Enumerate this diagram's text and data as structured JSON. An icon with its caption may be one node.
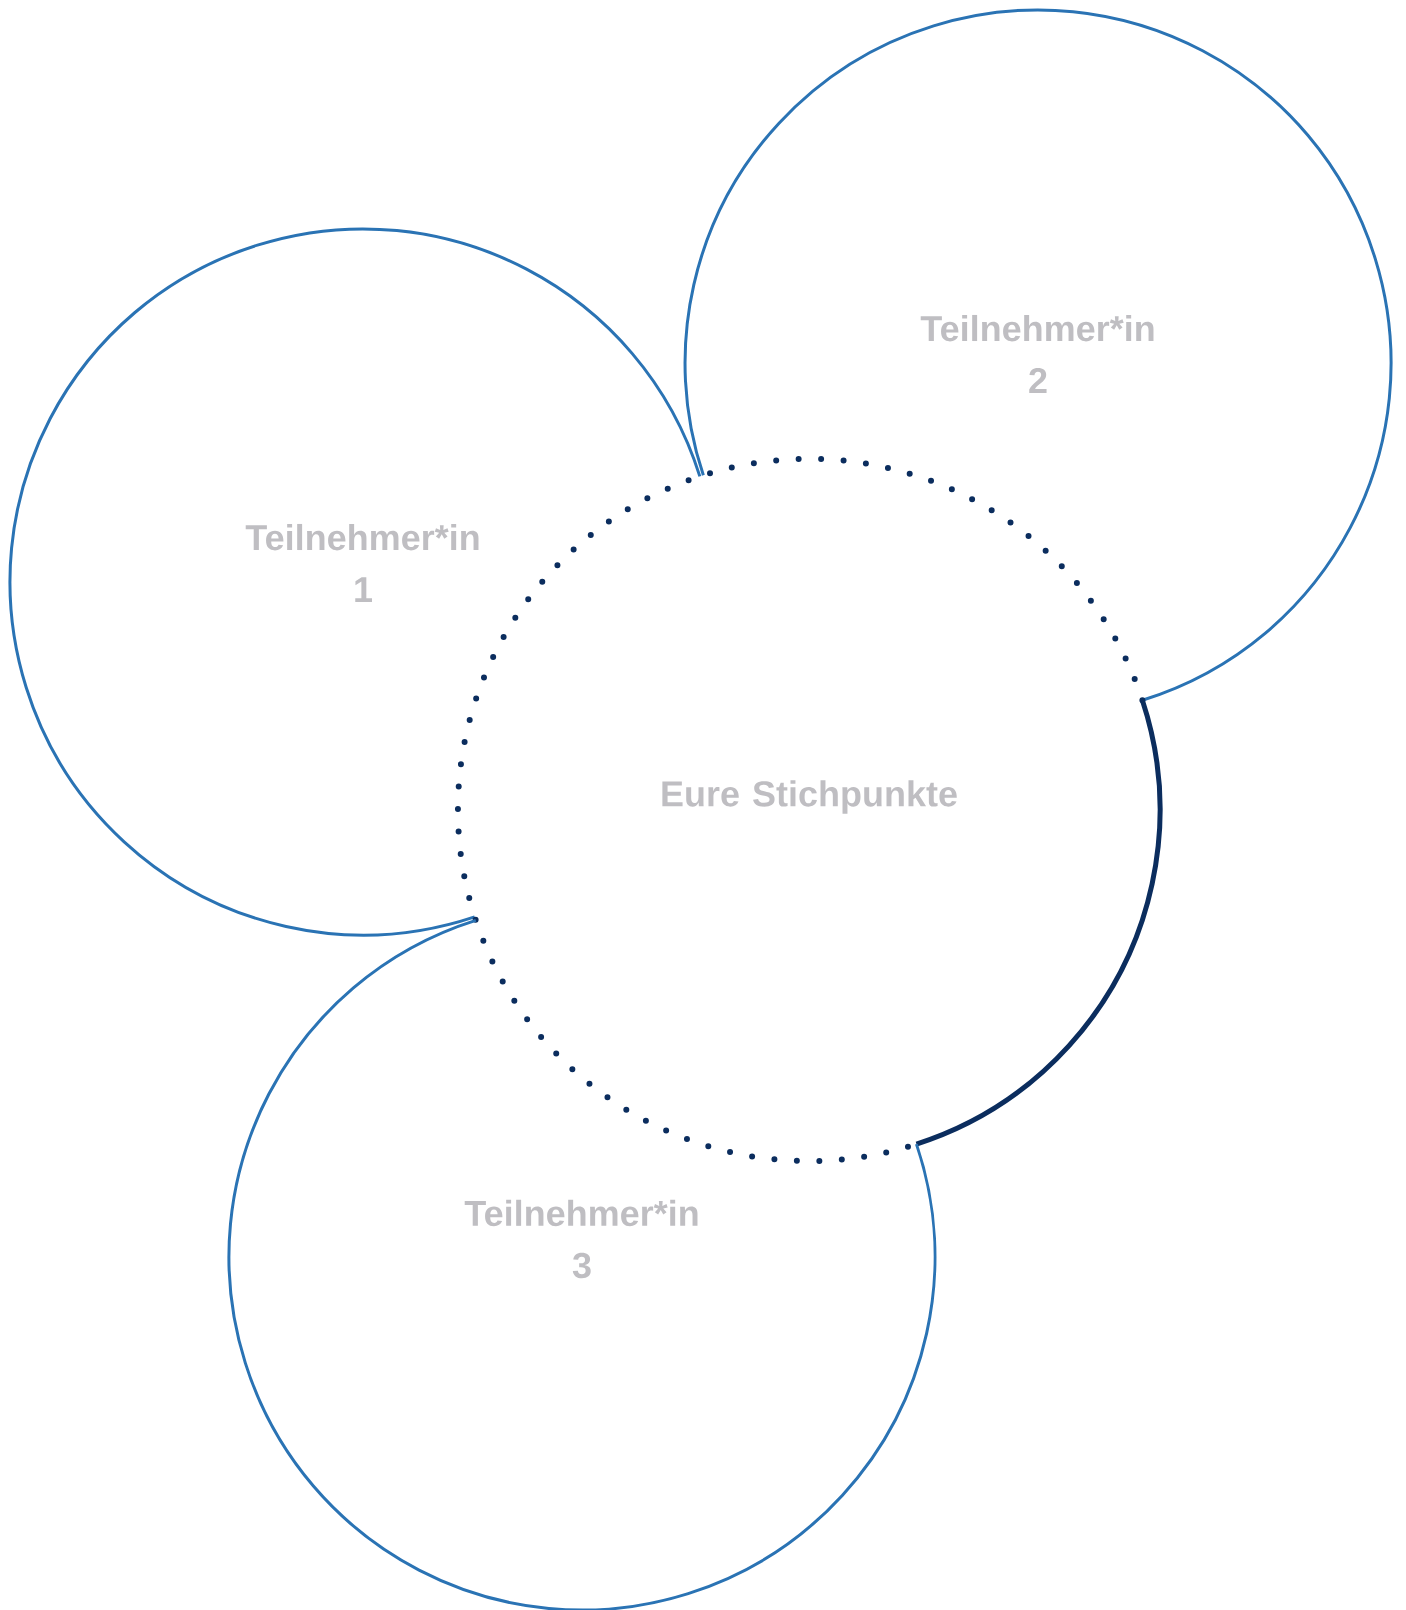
{
  "diagram": {
    "nodes": [
      {
        "text": [
          "Teilnehmer*in 1"
        ]
      },
      {
        "text": [
          "Teilnehmer*in 2"
        ]
      },
      {
        "text": [
          "Eure Stichpunkte"
        ]
      },
      {
        "text": [
          "Teilnehmer*in 3"
        ]
      }
    ]
  }
}
